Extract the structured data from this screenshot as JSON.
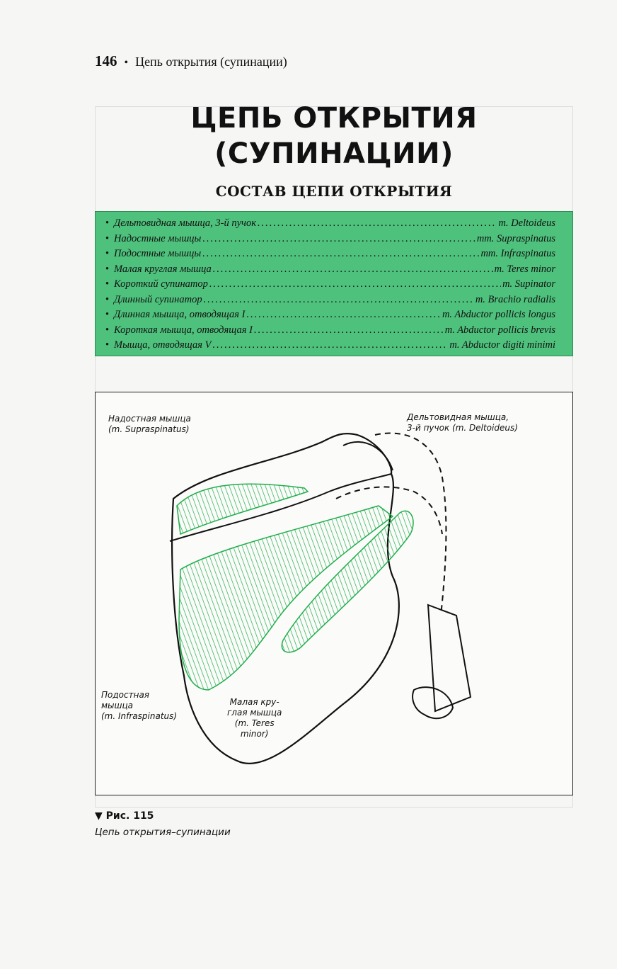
{
  "running_head": {
    "page_number": "146",
    "bullet": "•",
    "section": "Цепь открытия (супинации)"
  },
  "title": {
    "line1": "ЦЕПЬ ОТКРЫТИЯ",
    "line2": "(СУПИНАЦИИ)",
    "subtitle": "СОСТАВ ЦЕПИ ОТКРЫТИЯ"
  },
  "muscles": [
    {
      "ru": "Дельтовидная мышца, 3-й пучок",
      "lat": "m. Deltoideus"
    },
    {
      "ru": "Надостные мышцы",
      "lat": "mm. Supraspinatus"
    },
    {
      "ru": "Подостные мышцы",
      "lat": "mm. Infraspinatus"
    },
    {
      "ru": "Малая круглая мышца",
      "lat": "m. Teres minor"
    },
    {
      "ru": "Короткий супинатор",
      "lat": "m. Supinator"
    },
    {
      "ru": "Длинный супинатор",
      "lat": "m. Brachio radialis"
    },
    {
      "ru": "Длинная мышца, отводящая I",
      "lat": "m. Abductor pollicis longus"
    },
    {
      "ru": "Короткая мышца, отводящая I",
      "lat": "m. Abductor pollicis brevis"
    },
    {
      "ru": "Мышца, отводящая V",
      "lat": "m. Abductor digiti minimi"
    }
  ],
  "muscle_bullet": "•",
  "figure": {
    "labels": {
      "supraspinatus": [
        "Надостная мышца",
        "(m. Supraspinatus)"
      ],
      "deltoid": [
        "Дельтовидная мышца,",
        "3-й пучок (m. Deltoideus)"
      ],
      "infraspinatus": [
        "Подостная",
        "мышца",
        "(m. Infraspinatus)"
      ],
      "teres_minor": [
        "Малая кру-",
        "глая мышца",
        "(m. Teres",
        "minor)"
      ]
    },
    "caption_number": "▼ Рис. 115",
    "caption_text": "Цепь открытия–супинации"
  },
  "colors": {
    "muscle_box": "#4ec17c",
    "muscle_green": "#1fae4a",
    "ink": "#111111"
  }
}
